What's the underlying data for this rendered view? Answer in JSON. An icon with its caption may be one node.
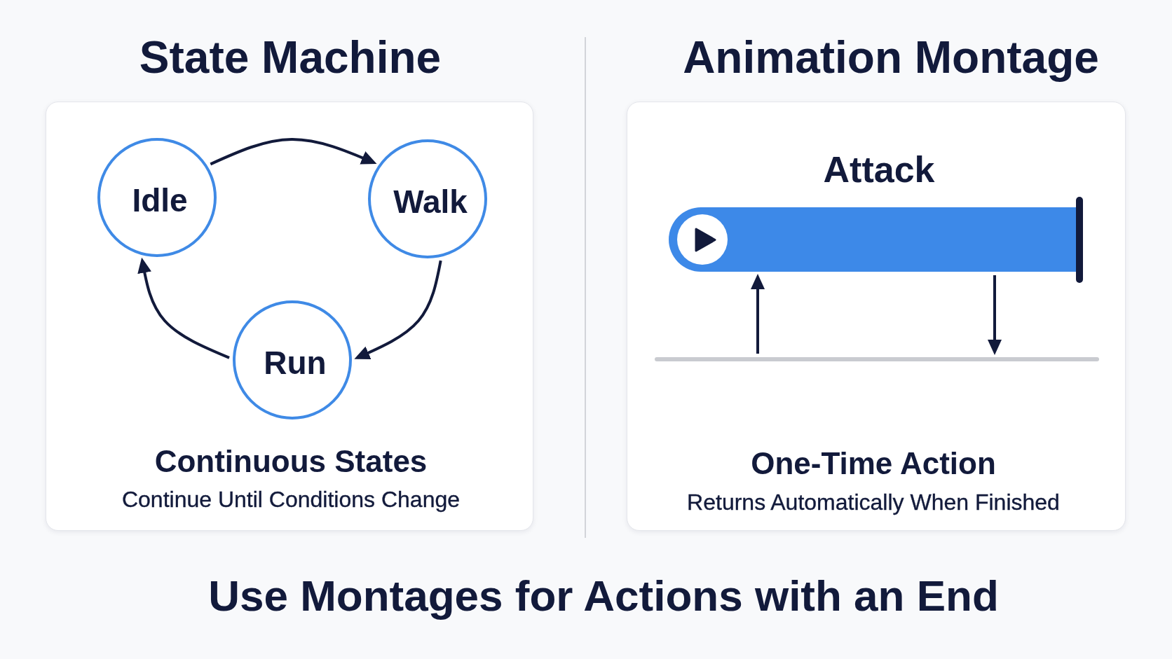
{
  "diagram": {
    "caption": "Use Montages for Actions with an End",
    "nodes": [
      {
        "text": [
          "State Machine",
          "Continuous States",
          "Continue Until Conditions Change"
        ]
      },
      {
        "text": [
          "Idle"
        ],
        "in": 0
      },
      {
        "text": [
          "Walk"
        ],
        "in": 0
      },
      {
        "text": [
          "Run"
        ],
        "in": 0
      },
      {
        "text": [
          "Animation Montage",
          "One-Time Action",
          "Returns Automatically When Finished"
        ]
      },
      {
        "text": [
          "Attack"
        ],
        "in": 4
      },
      {
        "text": [],
        "shape": "line",
        "in": 4
      }
    ],
    "edges": [
      {
        "from": 1,
        "to": 2,
        "arrow": "to"
      },
      {
        "from": 2,
        "to": 3,
        "arrow": "to"
      },
      {
        "from": 3,
        "to": 1,
        "arrow": "to"
      },
      {
        "from": 6,
        "to": 5,
        "arrow": "to"
      },
      {
        "from": 5,
        "to": 6,
        "arrow": "to"
      }
    ]
  }
}
